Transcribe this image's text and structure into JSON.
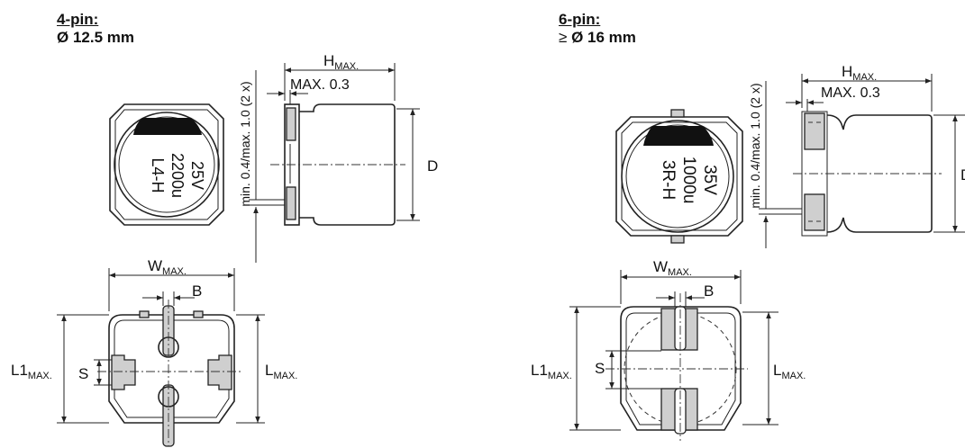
{
  "left": {
    "title": "4-pin:",
    "subtitle": "Ø 12.5 mm",
    "marking": [
      "25V",
      "2200u",
      "L4-H"
    ],
    "h_label": "H",
    "h_sub": "MAX.",
    "max03": "MAX. 0.3",
    "vlabel": "min. 0.4/max. 1.0 (2 x)",
    "d_label": "D",
    "w_label": "W",
    "w_sub": "MAX.",
    "b_label": "B",
    "s_label": "S",
    "l1_label": "L1",
    "l1_sub": "MAX.",
    "l_label": "L",
    "l_sub": "MAX."
  },
  "right": {
    "title": "6-pin:",
    "subtitle_sym": "≥",
    "subtitle": "Ø 16 mm",
    "marking": [
      "35V",
      "1000u",
      "3R-H"
    ],
    "h_label": "H",
    "h_sub": "MAX.",
    "max03": "MAX. 0.3",
    "vlabel": "min. 0.4/max. 1.0 (2 x)",
    "d_label": "D",
    "w_label": "W",
    "w_sub": "MAX.",
    "b_label": "B",
    "s_label": "S",
    "l1_label": "L1",
    "l1_sub": "MAX.",
    "l_label": "L",
    "l_sub": "MAX."
  }
}
